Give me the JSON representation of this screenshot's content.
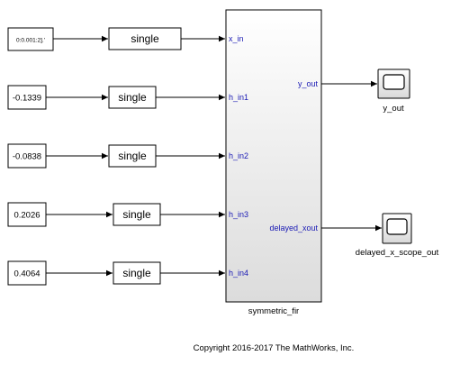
{
  "model": {
    "constants": [
      {
        "value": "0:0.001:2].'"
      },
      {
        "value": "-0.1339"
      },
      {
        "value": "-0.0838"
      },
      {
        "value": "0.2026"
      },
      {
        "value": "0.4064"
      }
    ],
    "converters": [
      {
        "label": "single"
      },
      {
        "label": "single"
      },
      {
        "label": "single"
      },
      {
        "label": "single"
      },
      {
        "label": "single"
      }
    ],
    "subsystem": {
      "name": "symmetric_fir",
      "inputs": [
        "x_in",
        "h_in1",
        "h_in2",
        "h_in3",
        "h_in4"
      ],
      "outputs": [
        "y_out",
        "delayed_xout"
      ]
    },
    "scopes": [
      {
        "name": "y_out"
      },
      {
        "name": "delayed_x_scope_out"
      }
    ],
    "footer": "Copyright 2016-2017 The MathWorks, Inc."
  },
  "colors": {
    "port_label": "#1a1ab4",
    "block_border": "#000000",
    "subsystem_fill_top": "#ffffff",
    "subsystem_fill_bottom": "#dcdcdc",
    "signal_line": "#000000"
  }
}
